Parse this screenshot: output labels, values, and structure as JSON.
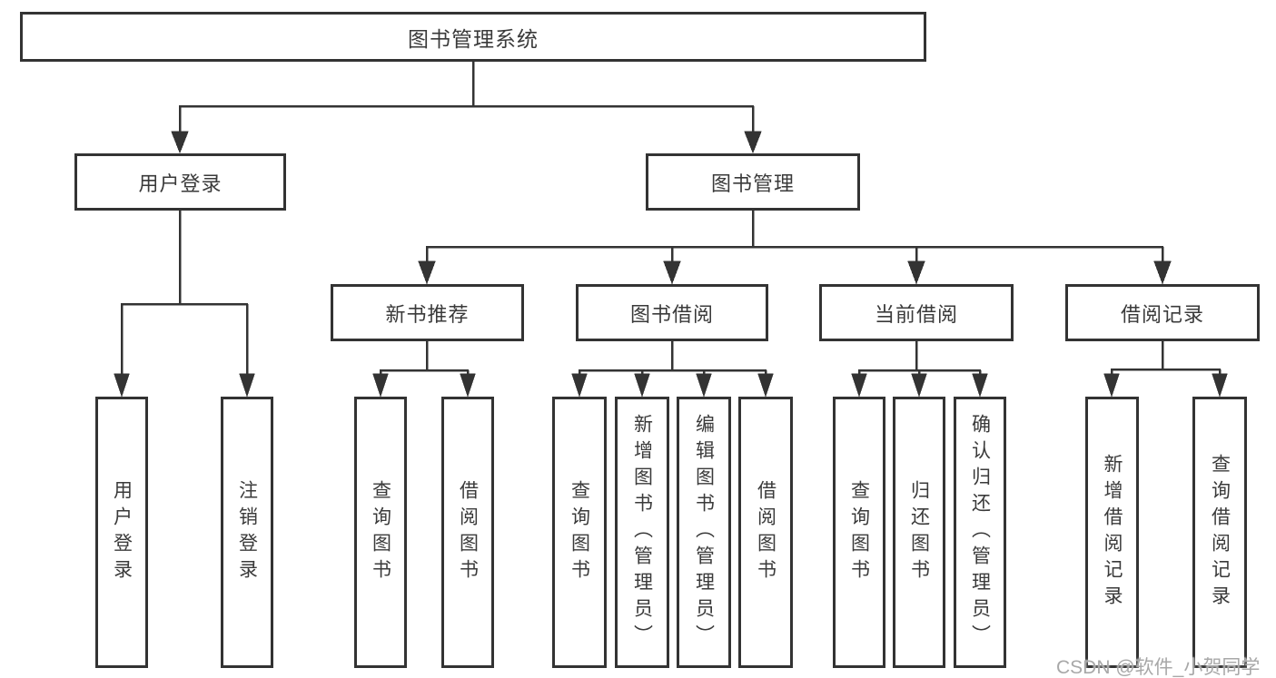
{
  "tree": {
    "root": {
      "label": "图书管理系统",
      "children": [
        {
          "label": "用户登录",
          "children": [
            {
              "label": "用户登录"
            },
            {
              "label": "注销登录"
            }
          ]
        },
        {
          "label": "图书管理",
          "children": [
            {
              "label": "新书推荐",
              "children": [
                {
                  "label": "查询图书"
                },
                {
                  "label": "借阅图书"
                }
              ]
            },
            {
              "label": "图书借阅",
              "children": [
                {
                  "label": "查询图书"
                },
                {
                  "label": "新增图书（管理员）"
                },
                {
                  "label": "编辑图书（管理员）"
                },
                {
                  "label": "借阅图书"
                }
              ]
            },
            {
              "label": "当前借阅",
              "children": [
                {
                  "label": "查询图书"
                },
                {
                  "label": "归还图书"
                },
                {
                  "label": "确认归还（管理员）"
                }
              ]
            },
            {
              "label": "借阅记录",
              "children": [
                {
                  "label": "新增借阅记录"
                },
                {
                  "label": "查询借阅记录"
                }
              ]
            }
          ]
        }
      ]
    }
  },
  "watermark": {
    "text": "CSDN @软件_小贺同学"
  },
  "colors": {
    "line": "#333333",
    "border": "#333333",
    "text": "#3a3a3a",
    "background": "#ffffff",
    "watermark": "#a8a8a8"
  }
}
